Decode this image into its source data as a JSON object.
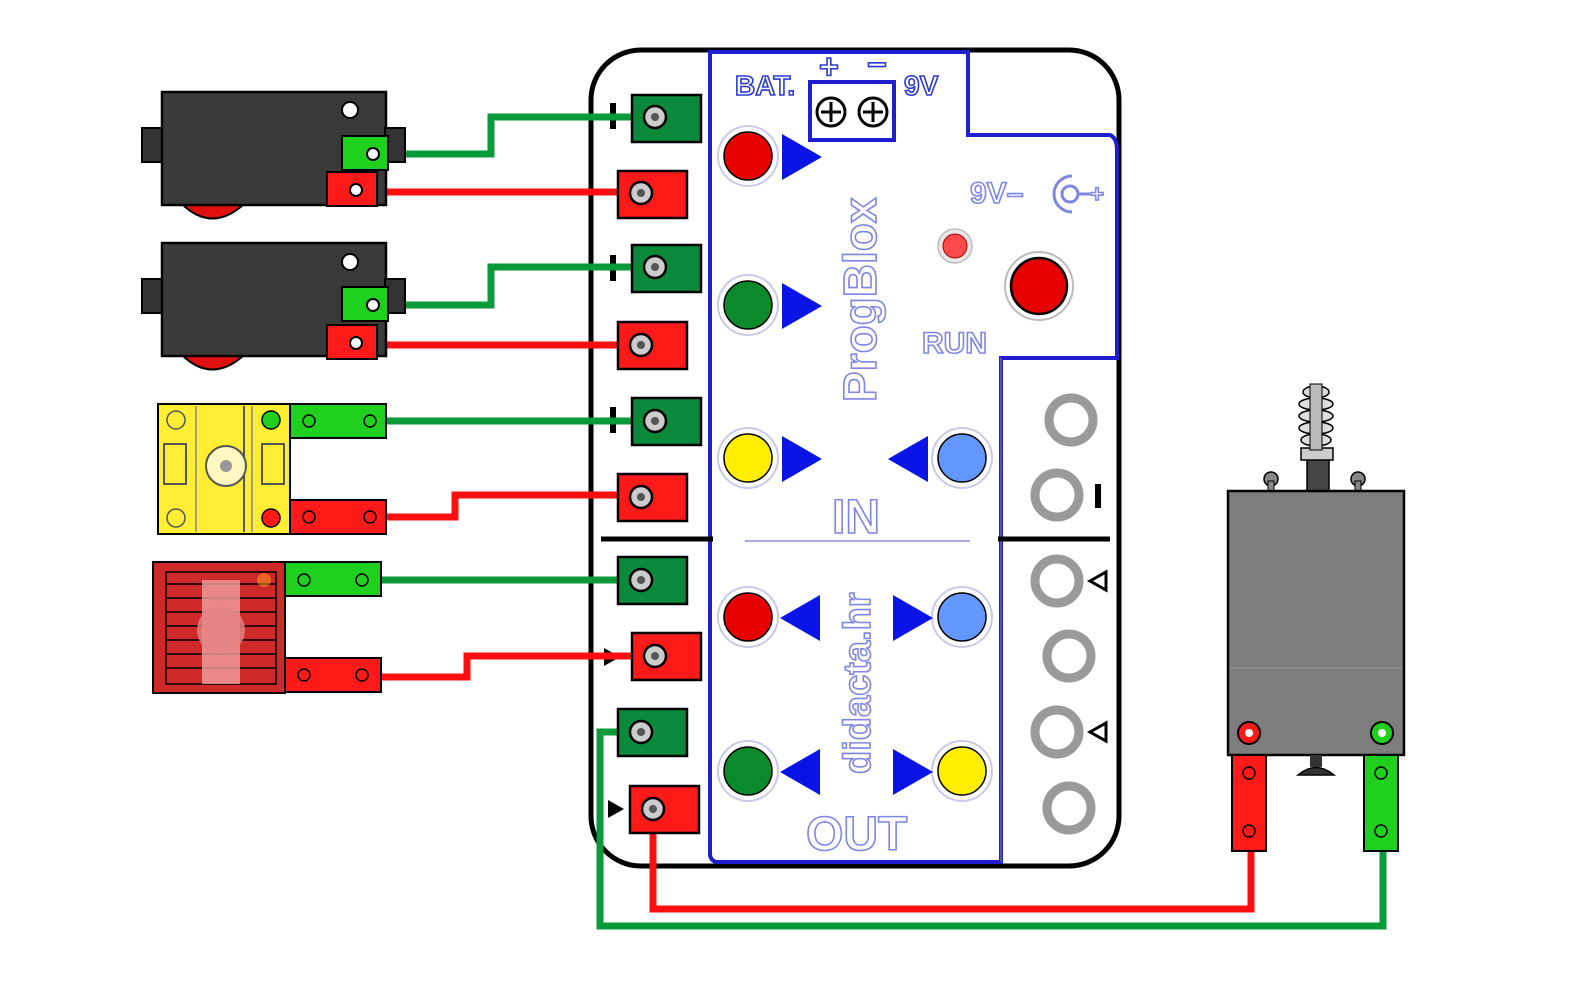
{
  "board": {
    "brand": "ProgBlox",
    "website": "didacta.hr",
    "battery_label": "BAT.",
    "plus_sign": "+",
    "minus_sign": "−",
    "voltage_label": "9V",
    "dc_jack_label": "9V–",
    "dc_jack_plus": "+",
    "run_label": "RUN",
    "in_label": "IN",
    "out_label": "OUT"
  },
  "colors": {
    "wire_green": "#0a9a3a",
    "wire_red": "#ff0f0f",
    "board_outline": "#000000",
    "panel_outline": "#1f1fd0",
    "arrow_blue": "#0a14e6",
    "led_red": "#e60000",
    "led_green": "#0a8a2a",
    "led_yellow": "#ffee00",
    "led_light_blue": "#6496ff"
  },
  "components": [
    {
      "name": "switch-1",
      "icon": "push-switch-icon"
    },
    {
      "name": "switch-2",
      "icon": "push-switch-icon"
    },
    {
      "name": "yellow-sensor",
      "icon": "reed-sensor-icon"
    },
    {
      "name": "red-light-sensor",
      "icon": "light-sensor-icon"
    },
    {
      "name": "dc-motor",
      "icon": "motor-icon"
    }
  ]
}
